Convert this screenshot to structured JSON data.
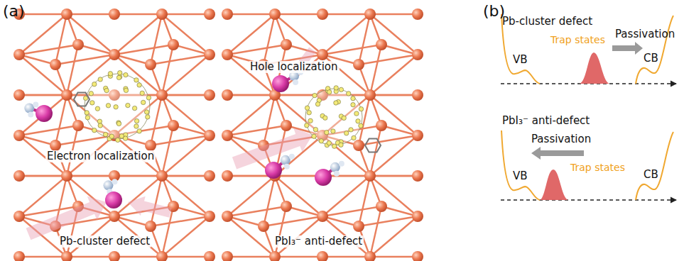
{
  "diagram": {
    "labels": [
      "(a)",
      "Electron localization",
      "Pb-cluster defect",
      "Hole localization",
      "PbI₃⁻ anti-defect",
      "(b)",
      "Pb-cluster defect",
      "Trap states",
      "Passivation",
      "VB",
      "CB",
      "PbI₃⁻ anti-defect",
      "Passivation",
      "Trap states",
      "VB",
      "CB"
    ]
  }
}
